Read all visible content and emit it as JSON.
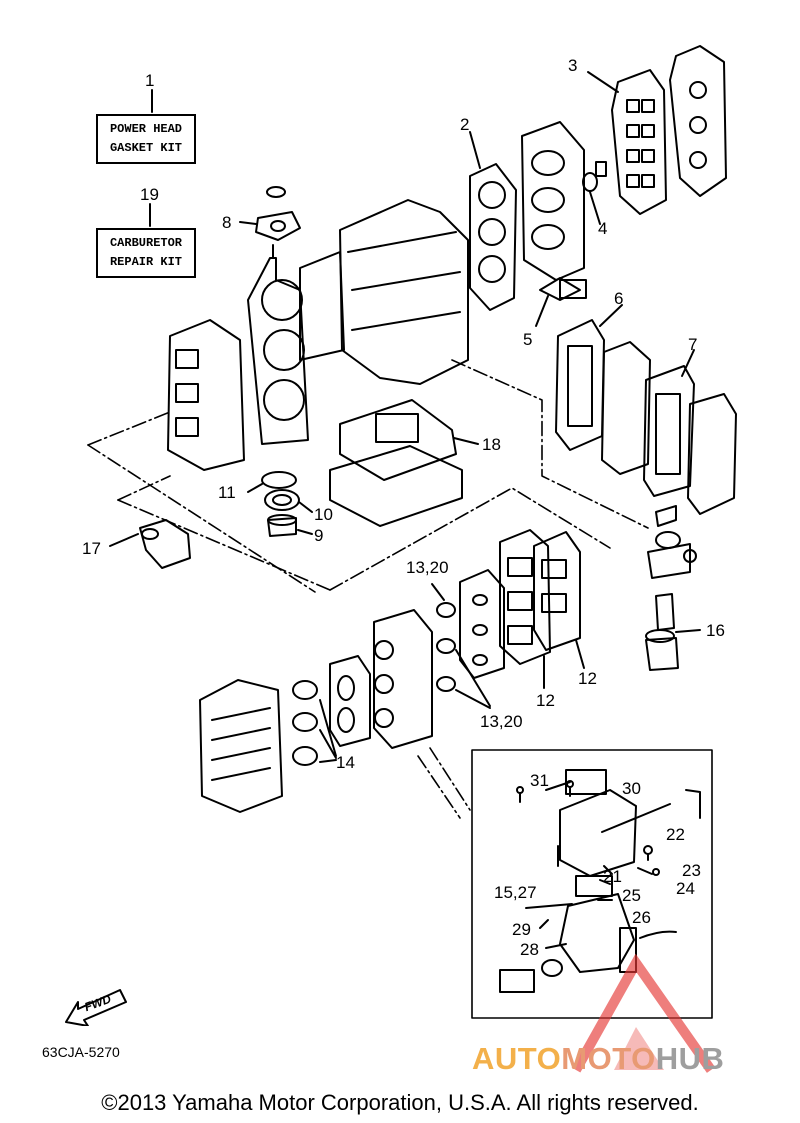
{
  "kits": {
    "power_head": {
      "ref": "1",
      "line1": "POWER HEAD",
      "line2": "GASKET KIT"
    },
    "carburetor": {
      "ref": "19",
      "line1": "CARBURETOR",
      "line2": "REPAIR KIT"
    }
  },
  "callouts": {
    "c2": "2",
    "c3": "3",
    "c4": "4",
    "c5": "5",
    "c6": "6",
    "c7": "7",
    "c8": "8",
    "c9": "9",
    "c10": "10",
    "c11": "11",
    "c12a": "12",
    "c12b": "12",
    "c13_20a": "13,20",
    "c13_20b": "13,20",
    "c14": "14",
    "c16": "16",
    "c17": "17",
    "c18": "18",
    "c21": "21",
    "c22": "22",
    "c23": "23",
    "c24": "24",
    "c25": "25",
    "c26": "26",
    "c15_27": "15,27",
    "c28": "28",
    "c29": "29",
    "c30": "30",
    "c31": "31"
  },
  "fwd_label": "FWD",
  "diagram_code": "63CJA-5270",
  "copyright": "©2013 Yamaha Motor Corporation, U.S.A. All rights reserved.",
  "watermark": {
    "part1": "AUTO",
    "part2": "MOTO",
    "part3": "HUB",
    "color1": "#f3b04a",
    "color2": "#e89a73",
    "color3": "#9e9e9e",
    "triangle_color": "#e53935"
  }
}
